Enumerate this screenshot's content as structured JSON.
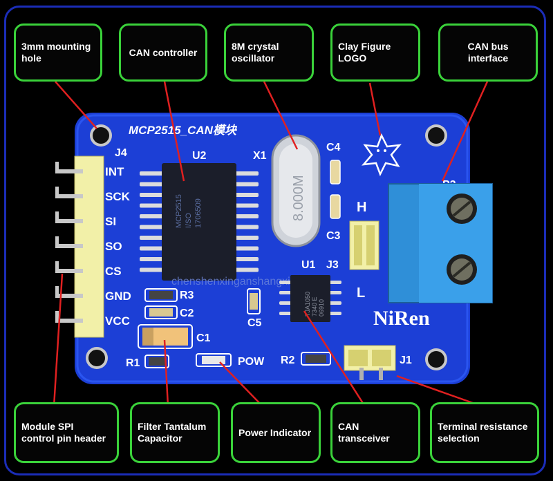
{
  "labels": {
    "mounting_hole": "3mm mounting\nhole",
    "can_controller": "CAN controller",
    "crystal": "8M crystal\noscillator",
    "logo": "Clay Figure\nLOGO",
    "bus_interface": "CAN bus\ninterface",
    "spi_header": "Module SPI\ncontrol pin header",
    "tantalum": "Filter Tantalum\nCapacitor",
    "power_indicator": "Power Indicator",
    "transceiver": "CAN transceiver",
    "terminal": "Terminal resistance\nselection"
  },
  "board": {
    "title": "MCP2515_CAN模块",
    "header_ref": "J4",
    "pins": [
      "INT",
      "SCK",
      "SI",
      "SO",
      "CS",
      "GND",
      "VCC"
    ],
    "controller_ref": "U2",
    "controller_marking": "MCP2515\nI/SO\n1706509",
    "crystal_ref": "X1",
    "crystal_marking": "8.000M",
    "c4": "C4",
    "c3": "C3",
    "h": "H",
    "l": "L",
    "j3": "J3",
    "u1": "U1",
    "transceiver_marking": "TJA1050\n7340 E\n06910",
    "r3": "R3",
    "c2": "C2",
    "c1": "C1",
    "c5": "C5",
    "r1": "R1",
    "r2": "R2",
    "pow": "POW",
    "j1": "J1",
    "p2": "P2",
    "brand": "NiRen",
    "watermark": "chenshenxinganshangxian"
  },
  "colors": {
    "board": "#1c3fd6",
    "label_border": "#3ad23a",
    "pointer": "#e02020",
    "frame": "#1b2db8"
  }
}
